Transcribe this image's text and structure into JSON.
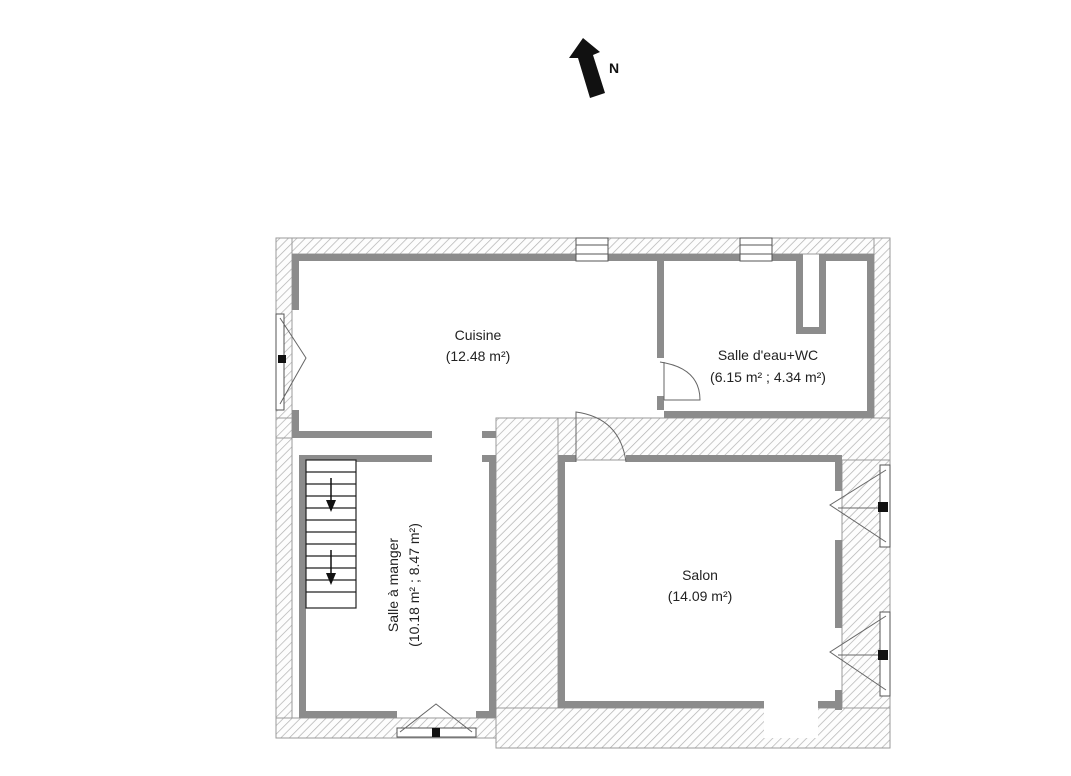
{
  "compass": {
    "label": "N",
    "icon": "north-arrow-icon"
  },
  "rooms": [
    {
      "id": "cuisine",
      "name": "Cuisine",
      "area": "(12.48 m²)"
    },
    {
      "id": "salle-deau",
      "name": "Salle d'eau+WC",
      "area": "(6.15 m² ; 4.34 m²)"
    },
    {
      "id": "salle-a-manger",
      "name": "Salle à manger",
      "area": "(10.18 m² ; 8.47 m²)"
    },
    {
      "id": "salon",
      "name": "Salon",
      "area": "(14.09 m²)"
    }
  ],
  "colors": {
    "wall": "#8c8c8c",
    "hatch": "#b0b0b0",
    "line": "#222222"
  }
}
